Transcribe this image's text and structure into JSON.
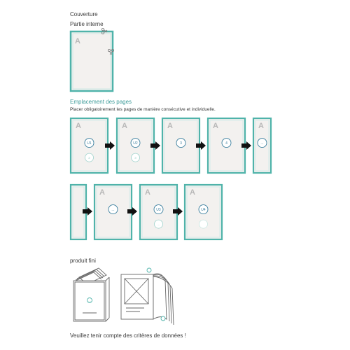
{
  "labels": {
    "couverture": "Couverture",
    "partie_interne": "Partie interne",
    "emplacement": "Emplacement des pages",
    "placer": "Placer obligatoirement les pages de manière consécutive et individuelle.",
    "produit_fini": "produit fini",
    "criteres": "Veuillez tenir compte des critères de données !"
  },
  "page_letter": "A",
  "row1": [
    {
      "main": "U1",
      "sub": "2"
    },
    {
      "main": "U2",
      "sub": "3"
    },
    {
      "main": "3",
      "sub": ""
    },
    {
      "main": "4",
      "sub": ""
    },
    {
      "main": "...",
      "sub": ""
    }
  ],
  "row2": [
    {
      "main": "",
      "sub": ""
    },
    {
      "main": "...",
      "sub": ""
    },
    {
      "main": "U3",
      "sub": "..."
    },
    {
      "main": "U4",
      "sub": ""
    }
  ],
  "finished_mark": "...",
  "colors": {
    "accent": "#4fb3aa",
    "page_fill": "#f3f1ef",
    "arrow": "#111111",
    "letter": "#b8b8b8",
    "sketch": "#666666"
  }
}
